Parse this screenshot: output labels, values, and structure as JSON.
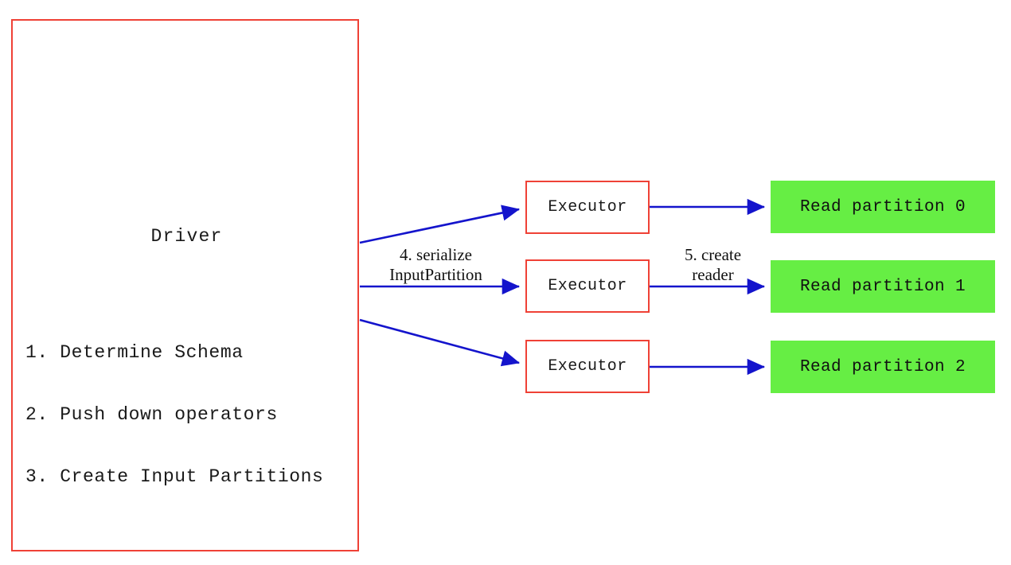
{
  "diagram": {
    "title_semantic": "spark-data-source-v2-read-flow",
    "colors": {
      "box_border_red": "#ef4136",
      "arrow_blue": "#1414cc",
      "partition_green": "#66ee44",
      "text_black": "#111111",
      "background": "#ffffff"
    },
    "driver": {
      "label": "Driver",
      "steps": [
        "1. Determine Schema",
        "2. Push down operators",
        "3. Create Input Partitions"
      ]
    },
    "executors": [
      {
        "label": "Executor"
      },
      {
        "label": "Executor"
      },
      {
        "label": "Executor"
      }
    ],
    "partitions": [
      {
        "label": "Read partition 0"
      },
      {
        "label": "Read partition 1"
      },
      {
        "label": "Read partition 2"
      }
    ],
    "edge_labels": {
      "serialize": {
        "line1": "4. serialize",
        "line2": "InputPartition"
      },
      "create_reader": {
        "line1": "5. create",
        "line2": "reader"
      }
    }
  }
}
